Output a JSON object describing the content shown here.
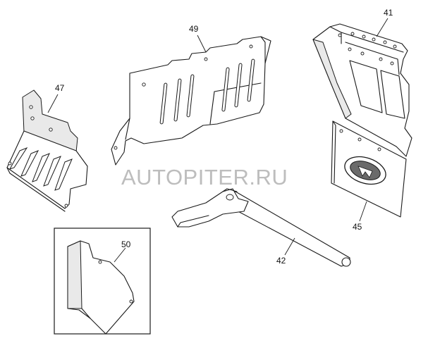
{
  "watermark": "AUTOPITER.RU",
  "callouts": {
    "p41": "41",
    "p42": "42",
    "p45": "45",
    "p47": "47",
    "p49": "49",
    "p50": "50"
  }
}
